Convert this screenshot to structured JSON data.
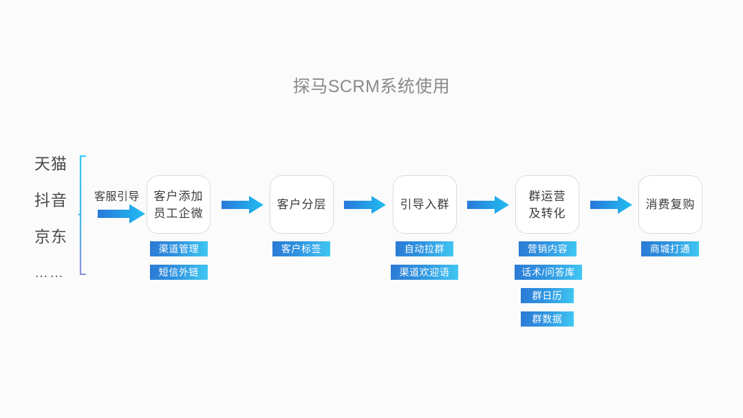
{
  "title": "探马SCRM系统使用",
  "sources": {
    "items": [
      "天猫",
      "抖音",
      "京东",
      "……"
    ]
  },
  "connector": {
    "label": "客服引导"
  },
  "colors": {
    "arrow_start": "#2878d8",
    "arrow_end": "#22bdf2",
    "tag_start": "#2b7ad4",
    "tag_end": "#41c8f2",
    "brace_top": "#2ec6f0",
    "brace_bottom": "#8b8fd8",
    "title_text": "#8a8a8a",
    "box_border": "#d8dade",
    "background": "#fbfbfb"
  },
  "stages": [
    {
      "lines": [
        "客户添加",
        "员工企微"
      ],
      "tags": [
        "渠道管理",
        "短信外链"
      ]
    },
    {
      "lines": [
        "客户分层"
      ],
      "tags": [
        "客户标签"
      ]
    },
    {
      "lines": [
        "引导入群"
      ],
      "tags": [
        "自动拉群",
        "渠道欢迎语"
      ]
    },
    {
      "lines": [
        "群运营",
        "及转化"
      ],
      "tags": [
        "营销内容",
        "话术/问答库",
        "群日历",
        "群数据"
      ]
    },
    {
      "lines": [
        "消费复购"
      ],
      "tags": [
        "商城打通"
      ]
    }
  ]
}
